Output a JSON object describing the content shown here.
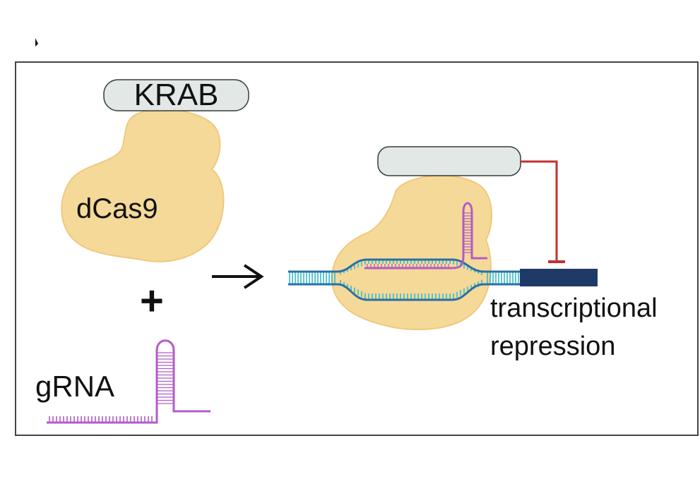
{
  "labels": {
    "effector": "KRAB",
    "protein": "dCas9",
    "plus": "+",
    "guide": "gRNA",
    "outcome_line1": "transcriptional",
    "outcome_line2": "repression"
  },
  "colors": {
    "dcas9_fill": "#F5D998",
    "dcas9_shade": "#EFC97D",
    "krab_fill": "#E1E8E6",
    "krab_stroke": "#3A3A3A",
    "grna": "#B25CC8",
    "dna_outline": "#2A6FA6",
    "dna_rungs": "#33BCC9",
    "gene_box": "#1E3A66",
    "inhibition": "#C43030",
    "arrow": "#111111",
    "frame": "#444444"
  },
  "icons": {
    "reaction_arrow": "right-arrow-icon",
    "inhibition": "t-bar-inhibition-icon"
  }
}
